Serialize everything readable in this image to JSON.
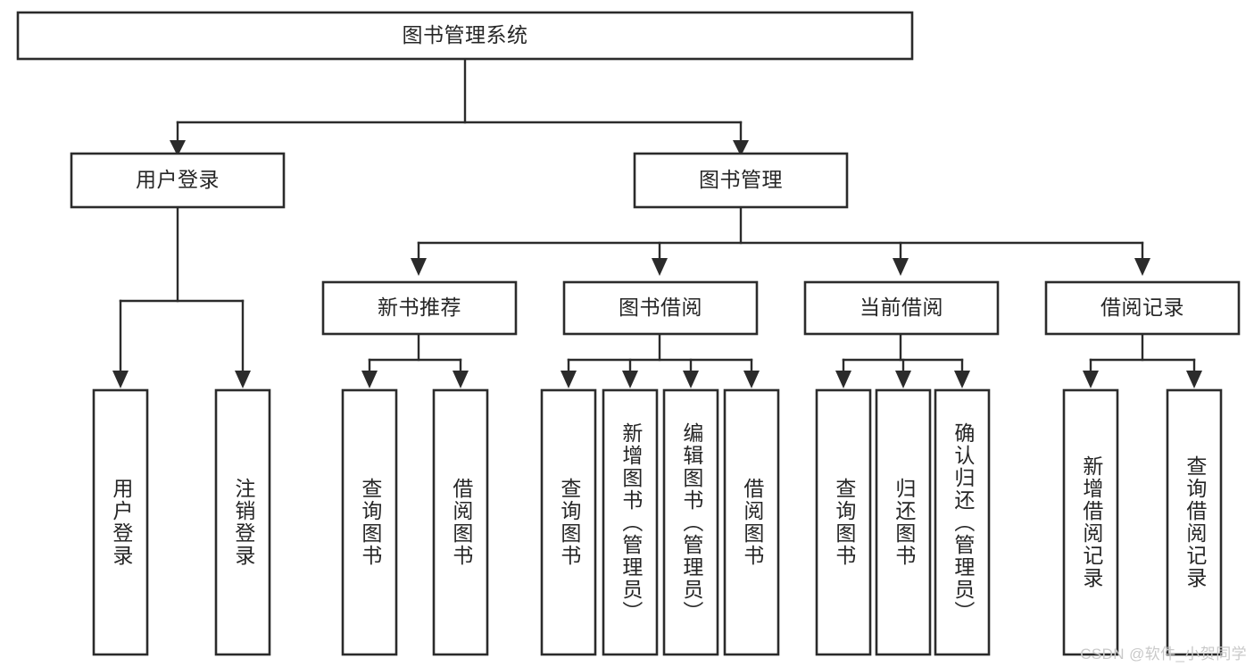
{
  "diagram": {
    "type": "tree",
    "title": "图书管理系统",
    "watermark": "CSDN @软件_小贺同学",
    "colors": {
      "stroke": "#2b2b2b",
      "fill": "#ffffff",
      "text": "#262626",
      "watermark": "#c9c9c9"
    },
    "root": {
      "label": "图书管理系统"
    },
    "level2": [
      {
        "label": "用户登录"
      },
      {
        "label": "图书管理"
      }
    ],
    "level3": [
      {
        "label": "新书推荐"
      },
      {
        "label": "图书借阅"
      },
      {
        "label": "当前借阅"
      },
      {
        "label": "借阅记录"
      }
    ],
    "leaves": {
      "user_login": [
        {
          "label": "用户登录"
        },
        {
          "label": "注销登录"
        }
      ],
      "new_book": [
        {
          "label": "查询图书"
        },
        {
          "label": "借阅图书"
        }
      ],
      "book_borrow": [
        {
          "label": "查询图书"
        },
        {
          "label": "新增图书（管理员）"
        },
        {
          "label": "编辑图书（管理员）"
        },
        {
          "label": "借阅图书"
        }
      ],
      "current_borrow": [
        {
          "label": "查询图书"
        },
        {
          "label": "归还图书"
        },
        {
          "label": "确认归还（管理员）"
        }
      ],
      "borrow_record": [
        {
          "label": "新增借阅记录"
        },
        {
          "label": "查询借阅记录"
        }
      ]
    }
  }
}
